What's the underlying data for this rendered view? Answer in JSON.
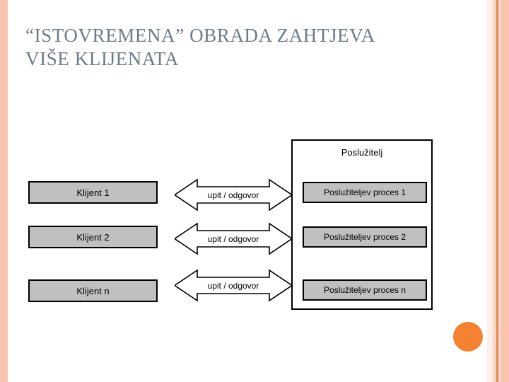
{
  "slide": {
    "title": "“ISTOVREMENA” OBRADA ZAHTJEVA\nVIŠE KLIJENATA",
    "title_color": "#6E7B8B",
    "background_color": "#FFFFFF"
  },
  "decor": {
    "left_bar_color": "#F7C4B0",
    "right_stripe_colors": [
      "#FDEEE8",
      "#F6D6C6",
      "#E8845A",
      "#F6D6C6",
      "#FAC3AC"
    ],
    "dot_color": "#F58233"
  },
  "diagram": {
    "type": "client-server-block-diagram",
    "box_fill": "#C0C0C0",
    "box_border": "#000000",
    "clients": [
      {
        "label": "Klijent 1"
      },
      {
        "label": "Klijent 2"
      },
      {
        "label": "Klijent n"
      }
    ],
    "arrows": [
      {
        "label": "upit / odgovor",
        "direction": "bidirectional"
      },
      {
        "label": "upit / odgovor",
        "direction": "bidirectional"
      },
      {
        "label": "upit / odgovor",
        "direction": "bidirectional"
      }
    ],
    "server": {
      "title": "Poslužitelj",
      "processes": [
        {
          "label": "Poslužiteljev proces 1"
        },
        {
          "label": "Poslužiteljev proces 2"
        },
        {
          "label": "Poslužiteljev proces n"
        }
      ]
    }
  }
}
